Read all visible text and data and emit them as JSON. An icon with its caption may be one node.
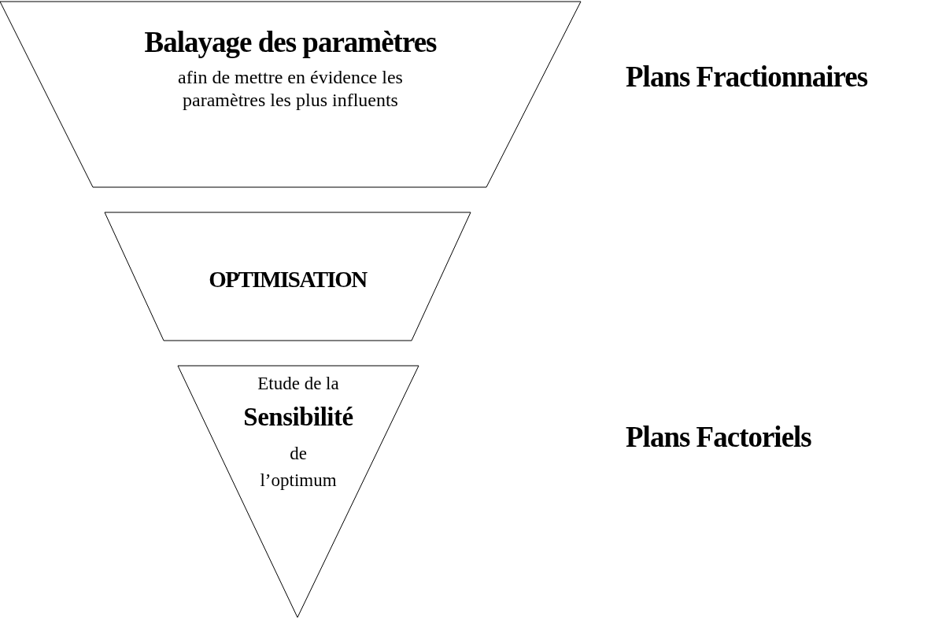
{
  "diagram": {
    "nodes": [
      {
        "text": [
          "Balayage des paramètres",
          "afin de mettre en évidence les paramètres les plus influents"
        ]
      },
      {
        "text": [
          "OPTIMISATION"
        ]
      },
      {
        "text": [
          "Etude de la",
          "Sensibilité",
          "de",
          "l’optimum"
        ]
      }
    ],
    "labels": [
      "Plans Fractionnaires",
      "Plans Factoriels"
    ]
  }
}
